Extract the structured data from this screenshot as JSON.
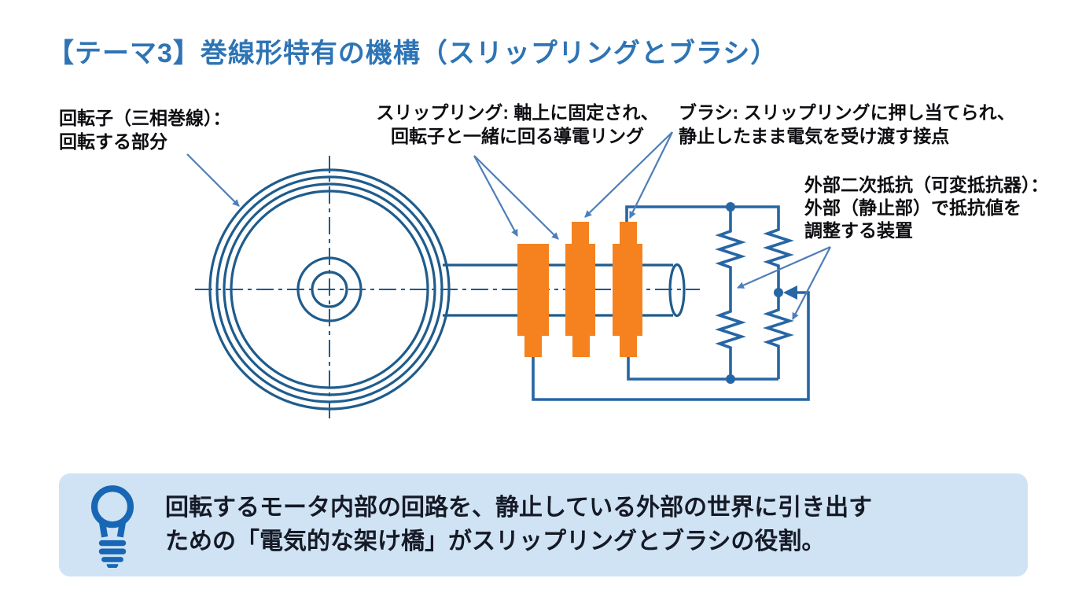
{
  "slide": {
    "title": "【テーマ3】巻線形特有の機構（スリップリングとブラシ）"
  },
  "labels": {
    "rotor": {
      "line1": "回転子（三相巻線）：",
      "line2": "回転する部分"
    },
    "slip_ring": {
      "line1": "スリップリング: 軸上に固定され、",
      "line2": "回転子と一緒に回る導電リング"
    },
    "brush": {
      "line1": "ブラシ: スリップリングに押し当てられ、",
      "line2": "静止したまま電気を受け渡す接点"
    },
    "external_resistor": {
      "line1": "外部二次抵抗（可変抵抗器）：",
      "line2": "外部（静止部）で抵抗値を",
      "line3": "調整する装置"
    }
  },
  "callout": {
    "icon": "lightbulb-icon",
    "line1": "回転するモータ内部の回路を、静止している外部の世界に引き出す",
    "line2": "ための「電気的な架け橋」がスリップリングとブラシの役割。"
  },
  "colors": {
    "title_blue": "#2E74B5",
    "diagram_line": "#1F5C8C",
    "wire_blue": "#2666A5",
    "arrow_blue": "#4D7EB8",
    "orange": "#F5821E",
    "callout_bg": "#CFE3F4",
    "callout_text": "#161A26",
    "label_text": "#0E0E12",
    "bulb_blue": "#1767B4"
  }
}
